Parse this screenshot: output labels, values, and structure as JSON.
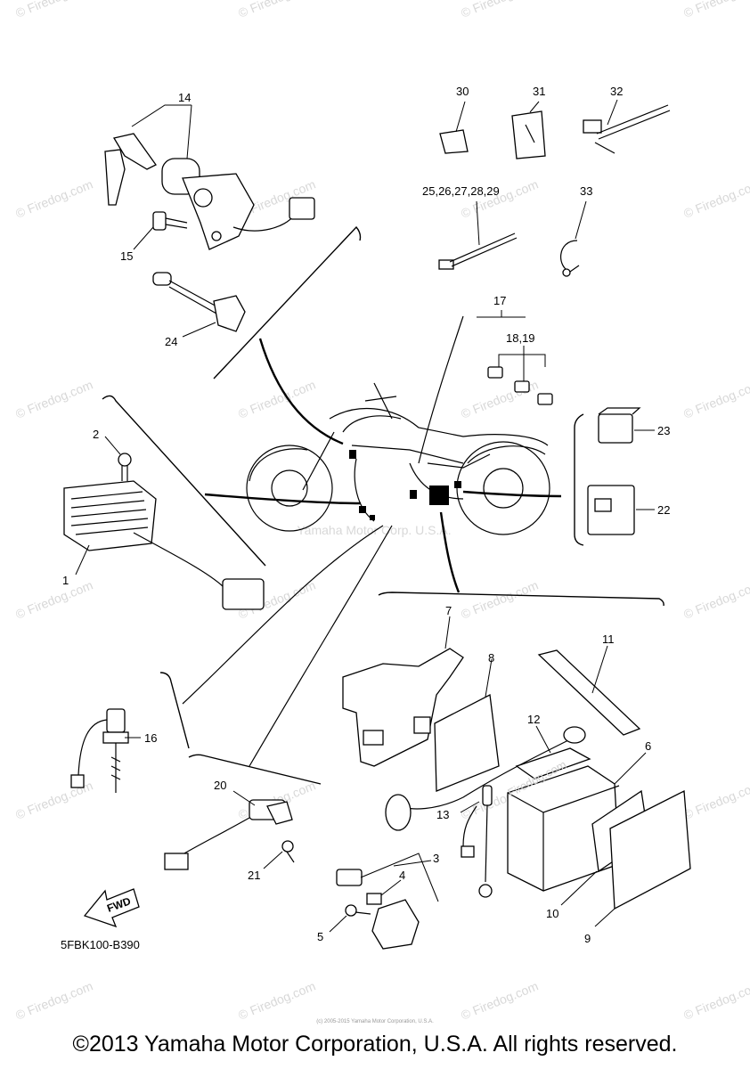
{
  "diagram": {
    "part_labels": {
      "p1": "1",
      "p2": "2",
      "p3": "3",
      "p4": "4",
      "p5": "5",
      "p6": "6",
      "p7": "7",
      "p8": "8",
      "p9": "9",
      "p10": "10",
      "p11": "11",
      "p12": "12",
      "p13": "13",
      "p14": "14",
      "p15": "15",
      "p16": "16",
      "p17": "17",
      "p18_19": "18,19",
      "p20": "20",
      "p21": "21",
      "p22": "22",
      "p23": "23",
      "p24": "24",
      "p25_29": "25,26,27,28,29",
      "p30": "30",
      "p31": "31",
      "p32": "32",
      "p33": "33"
    },
    "fwd_label": "FWD",
    "drawing_code": "5FBK100-B390",
    "center_watermark": "Yamaha Motor Corp. U.S.A.",
    "watermark_text": "© Firedog.com",
    "battery_watermark": "Firedog.com",
    "tiny_print": "(c) 2005-2015 Yamaha Motor Corporation, U.S.A.",
    "copyright": "©2013 Yamaha Motor Corporation, U.S.A. All rights reserved."
  }
}
